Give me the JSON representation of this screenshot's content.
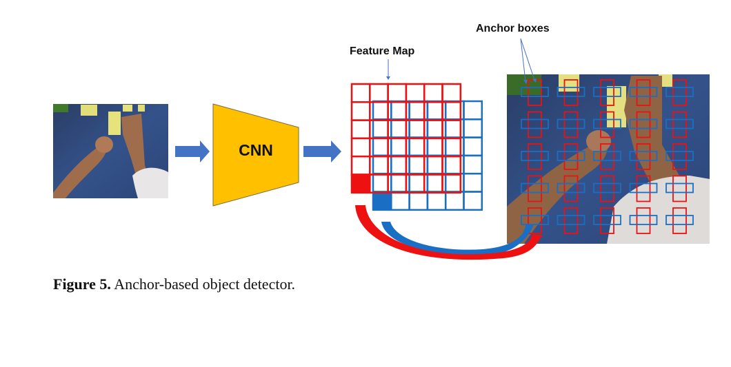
{
  "figure": {
    "caption_label": "Figure 5.",
    "caption_text": "Anchor-based object detector.",
    "cnn_label": "CNN",
    "feature_map_label": "Feature Map",
    "anchor_boxes_label": "Anchor boxes",
    "input_image_description": "Overhead photo of child's hands reaching for yellow blocks on a blue carpet",
    "output_image_description": "Same photo overlaid with a 5x5 grid of anchor box pairs"
  },
  "feature_map": {
    "red_grid": {
      "rows": 6,
      "cols": 6
    },
    "blue_grid": {
      "rows": 6,
      "cols": 6
    },
    "highlighted_cells": [
      "bottom-left red cell",
      "bottom-left blue cell"
    ]
  },
  "anchors": {
    "rows": 5,
    "cols": 5,
    "shapes": [
      "tall-rectangle",
      "wide-rectangle"
    ]
  },
  "colors": {
    "red": "#ee1111",
    "blue": "#1a6fc4",
    "cnn_fill": "#ffc000",
    "arrow_blue": "#4472c4"
  }
}
